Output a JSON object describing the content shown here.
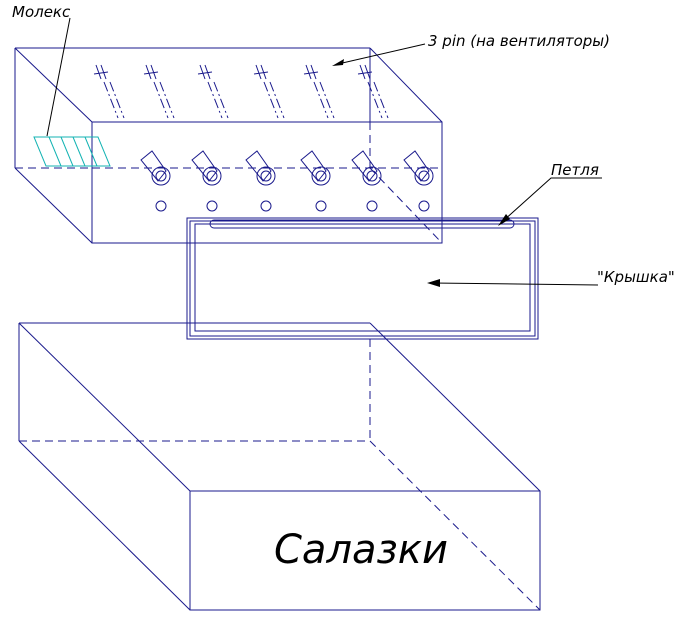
{
  "labels": {
    "molex": "Молекс",
    "pin3": "3 pin (на вентиляторы)",
    "loop": "Петля",
    "lid": "\"Крышка\"",
    "sled": "Салазки"
  },
  "colors": {
    "line": "#1a1a8c",
    "leader": "#000000",
    "molex_hatch": "#13b3b3",
    "background": "#ffffff"
  },
  "components": {
    "switch_count": 6,
    "upper_connector_count": 6
  }
}
